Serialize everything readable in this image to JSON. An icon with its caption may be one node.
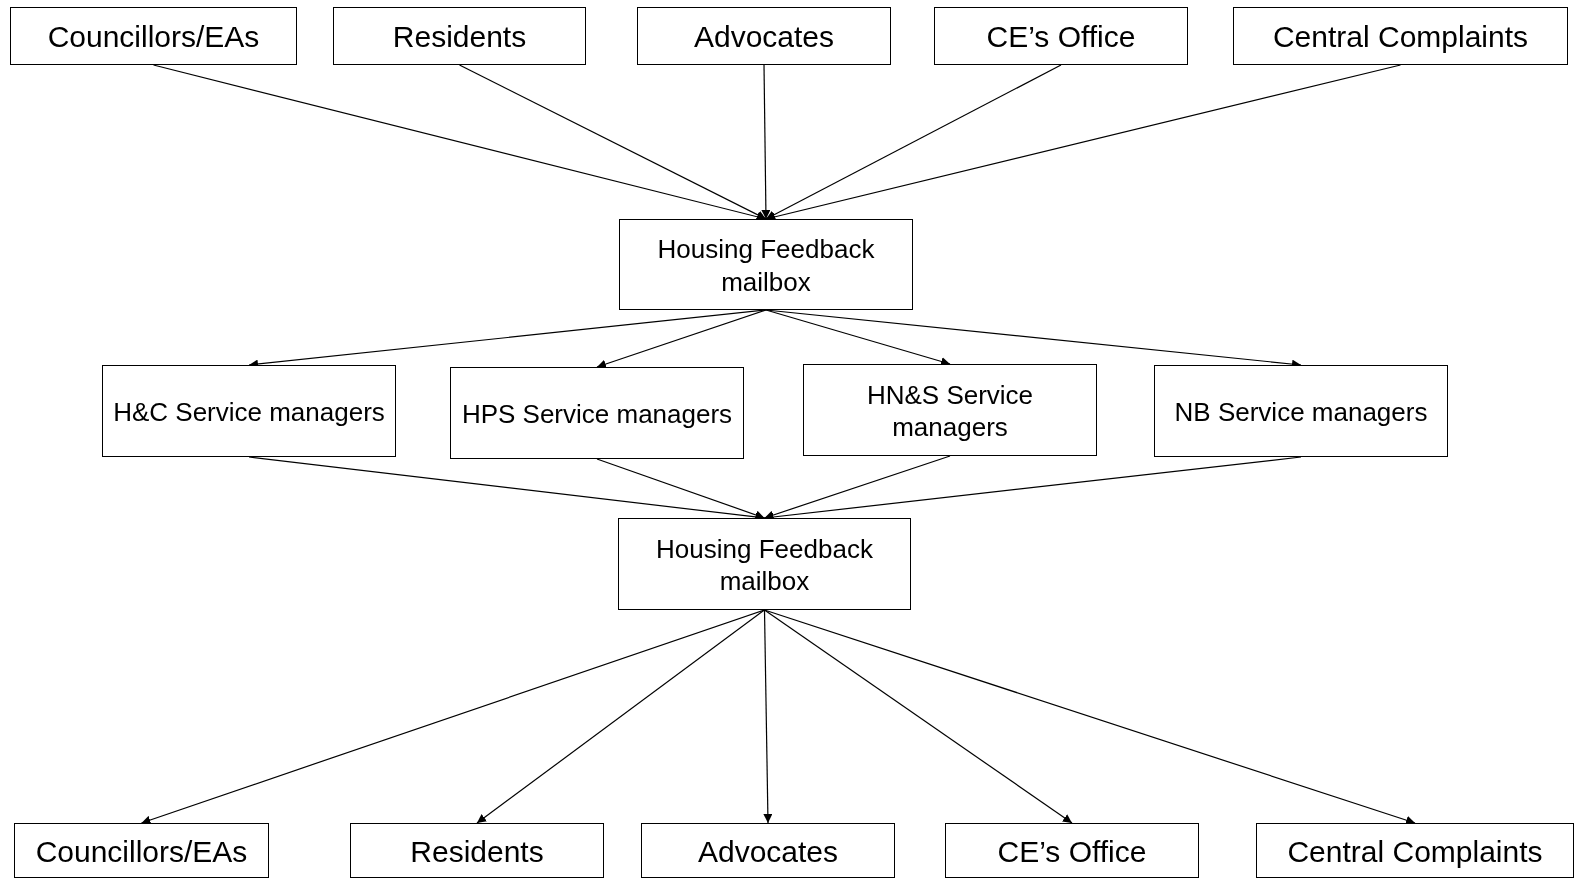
{
  "diagram": {
    "nodes": [
      {
        "text": [
          "Councillors/EAs"
        ]
      },
      {
        "text": [
          "Residents"
        ]
      },
      {
        "text": [
          "Advocates"
        ]
      },
      {
        "text": [
          "CE’s Office"
        ]
      },
      {
        "text": [
          "Central Complaints"
        ]
      },
      {
        "text": [
          "Housing Feedback mailbox"
        ]
      },
      {
        "text": [
          "H&C Service managers"
        ]
      },
      {
        "text": [
          "HPS Service managers"
        ]
      },
      {
        "text": [
          "HN&S Service managers"
        ]
      },
      {
        "text": [
          "NB Service managers"
        ]
      },
      {
        "text": [
          "Housing Feedback mailbox"
        ]
      },
      {
        "text": [
          "Councillors/EAs"
        ]
      },
      {
        "text": [
          "Residents"
        ]
      },
      {
        "text": [
          "Advocates"
        ]
      },
      {
        "text": [
          "CE’s Office"
        ]
      },
      {
        "text": [
          "Central Complaints"
        ]
      }
    ],
    "edges": [
      {
        "from": 0,
        "to": 5,
        "arrow": "to"
      },
      {
        "from": 1,
        "to": 5,
        "arrow": "to"
      },
      {
        "from": 2,
        "to": 5,
        "arrow": "to"
      },
      {
        "from": 3,
        "to": 5,
        "arrow": "to"
      },
      {
        "from": 4,
        "to": 5,
        "arrow": "to"
      },
      {
        "from": 5,
        "to": 6,
        "arrow": "to"
      },
      {
        "from": 5,
        "to": 7,
        "arrow": "to"
      },
      {
        "from": 5,
        "to": 8,
        "arrow": "to"
      },
      {
        "from": 5,
        "to": 9,
        "arrow": "to"
      },
      {
        "from": 6,
        "to": 10,
        "arrow": "to"
      },
      {
        "from": 7,
        "to": 10,
        "arrow": "to"
      },
      {
        "from": 8,
        "to": 10,
        "arrow": "to"
      },
      {
        "from": 9,
        "to": 10,
        "arrow": "to"
      },
      {
        "from": 10,
        "to": 11,
        "arrow": "to"
      },
      {
        "from": 10,
        "to": 12,
        "arrow": "to"
      },
      {
        "from": 10,
        "to": 13,
        "arrow": "to"
      },
      {
        "from": 10,
        "to": 14,
        "arrow": "to"
      },
      {
        "from": 10,
        "to": 15,
        "arrow": "to"
      }
    ]
  }
}
